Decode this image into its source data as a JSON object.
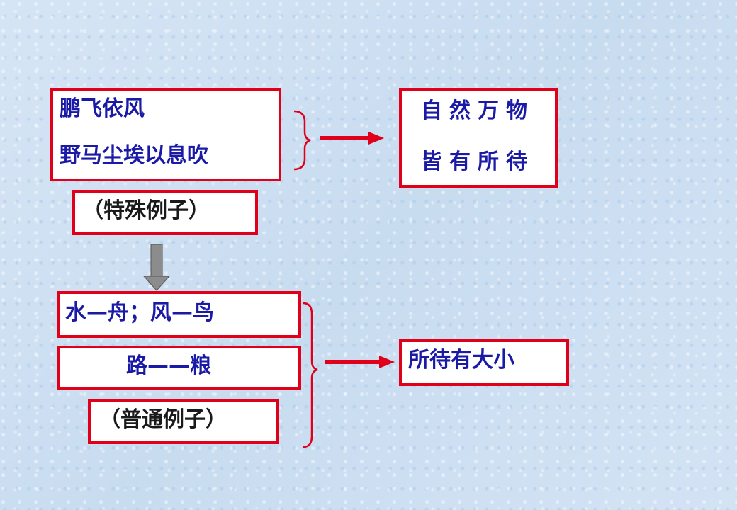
{
  "special": {
    "line1": "鹏飞依风",
    "line2": "野马尘埃以息吹",
    "label": "（特殊例子）"
  },
  "special_conclusion": {
    "line1": "自然万物",
    "line2": "皆有所待"
  },
  "ordinary": {
    "item1": "水—舟；风—鸟",
    "item2": "路——粮",
    "label": "（普通例子）"
  },
  "ordinary_conclusion": "所待有大小",
  "colors": {
    "border": "#e0001a",
    "text_blue": "#1a1aa6",
    "arrow_red": "#e0001a",
    "arrow_gray": "#8c8c8c"
  }
}
